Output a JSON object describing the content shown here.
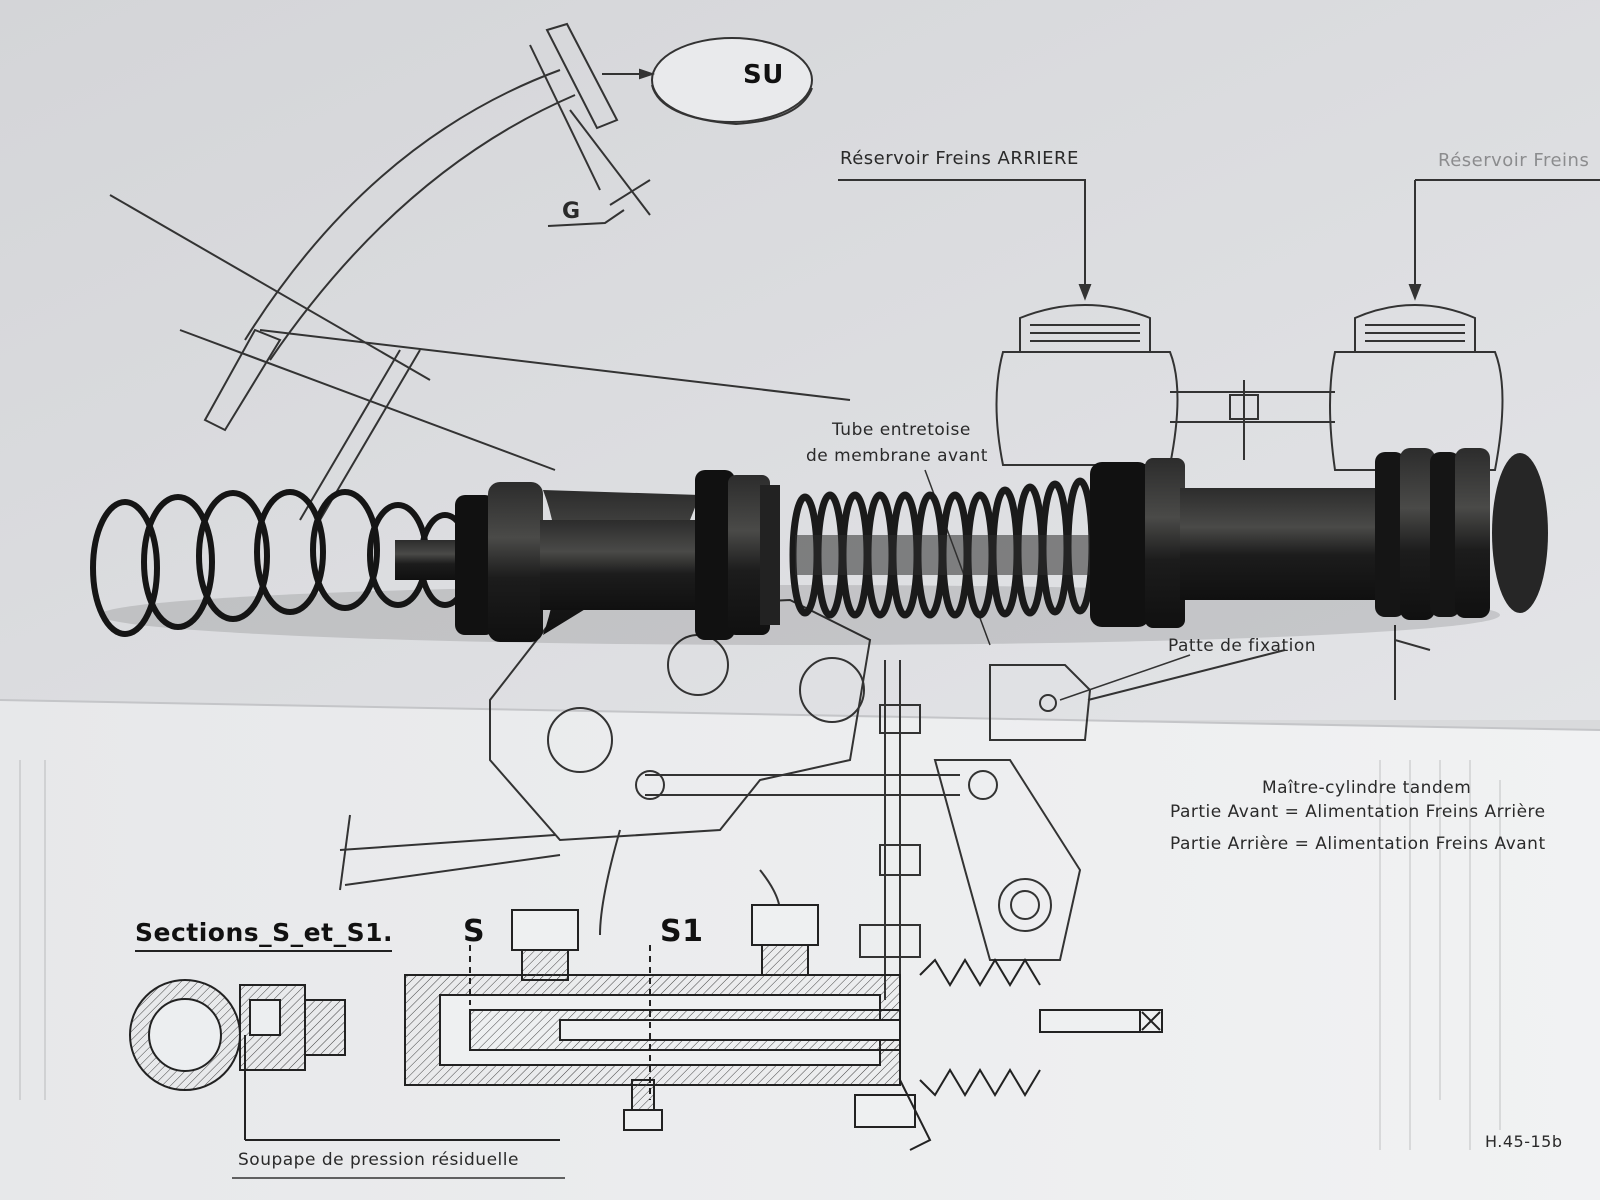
{
  "labels": {
    "su": "SU",
    "g": "G",
    "reservoir_arriere": "Réservoir Freins ARRIERE",
    "reservoir_right": "Réservoir Freins",
    "tube_line1": "Tube entretoise",
    "tube_line2": "de membrane avant",
    "patte": "Patte de fixation",
    "title": "Maître-cylindre tandem",
    "avant_line": "Partie Avant  =  Alimentation Freins Arrière",
    "arriere_line": "Partie Arrière  =  Alimentation Freins Avant",
    "sections": "Sections_S_et_S1.",
    "s": "S",
    "s1": "S1",
    "soupape": "Soupape de pression résiduelle",
    "ref": "H.45-15b"
  },
  "colors": {
    "paper_top": "#dcdde0",
    "paper_bottom": "#eceef0",
    "ink": "#2b2b2b",
    "metal_dark": "#1b1b1b",
    "metal_mid": "#3a3a3a"
  }
}
